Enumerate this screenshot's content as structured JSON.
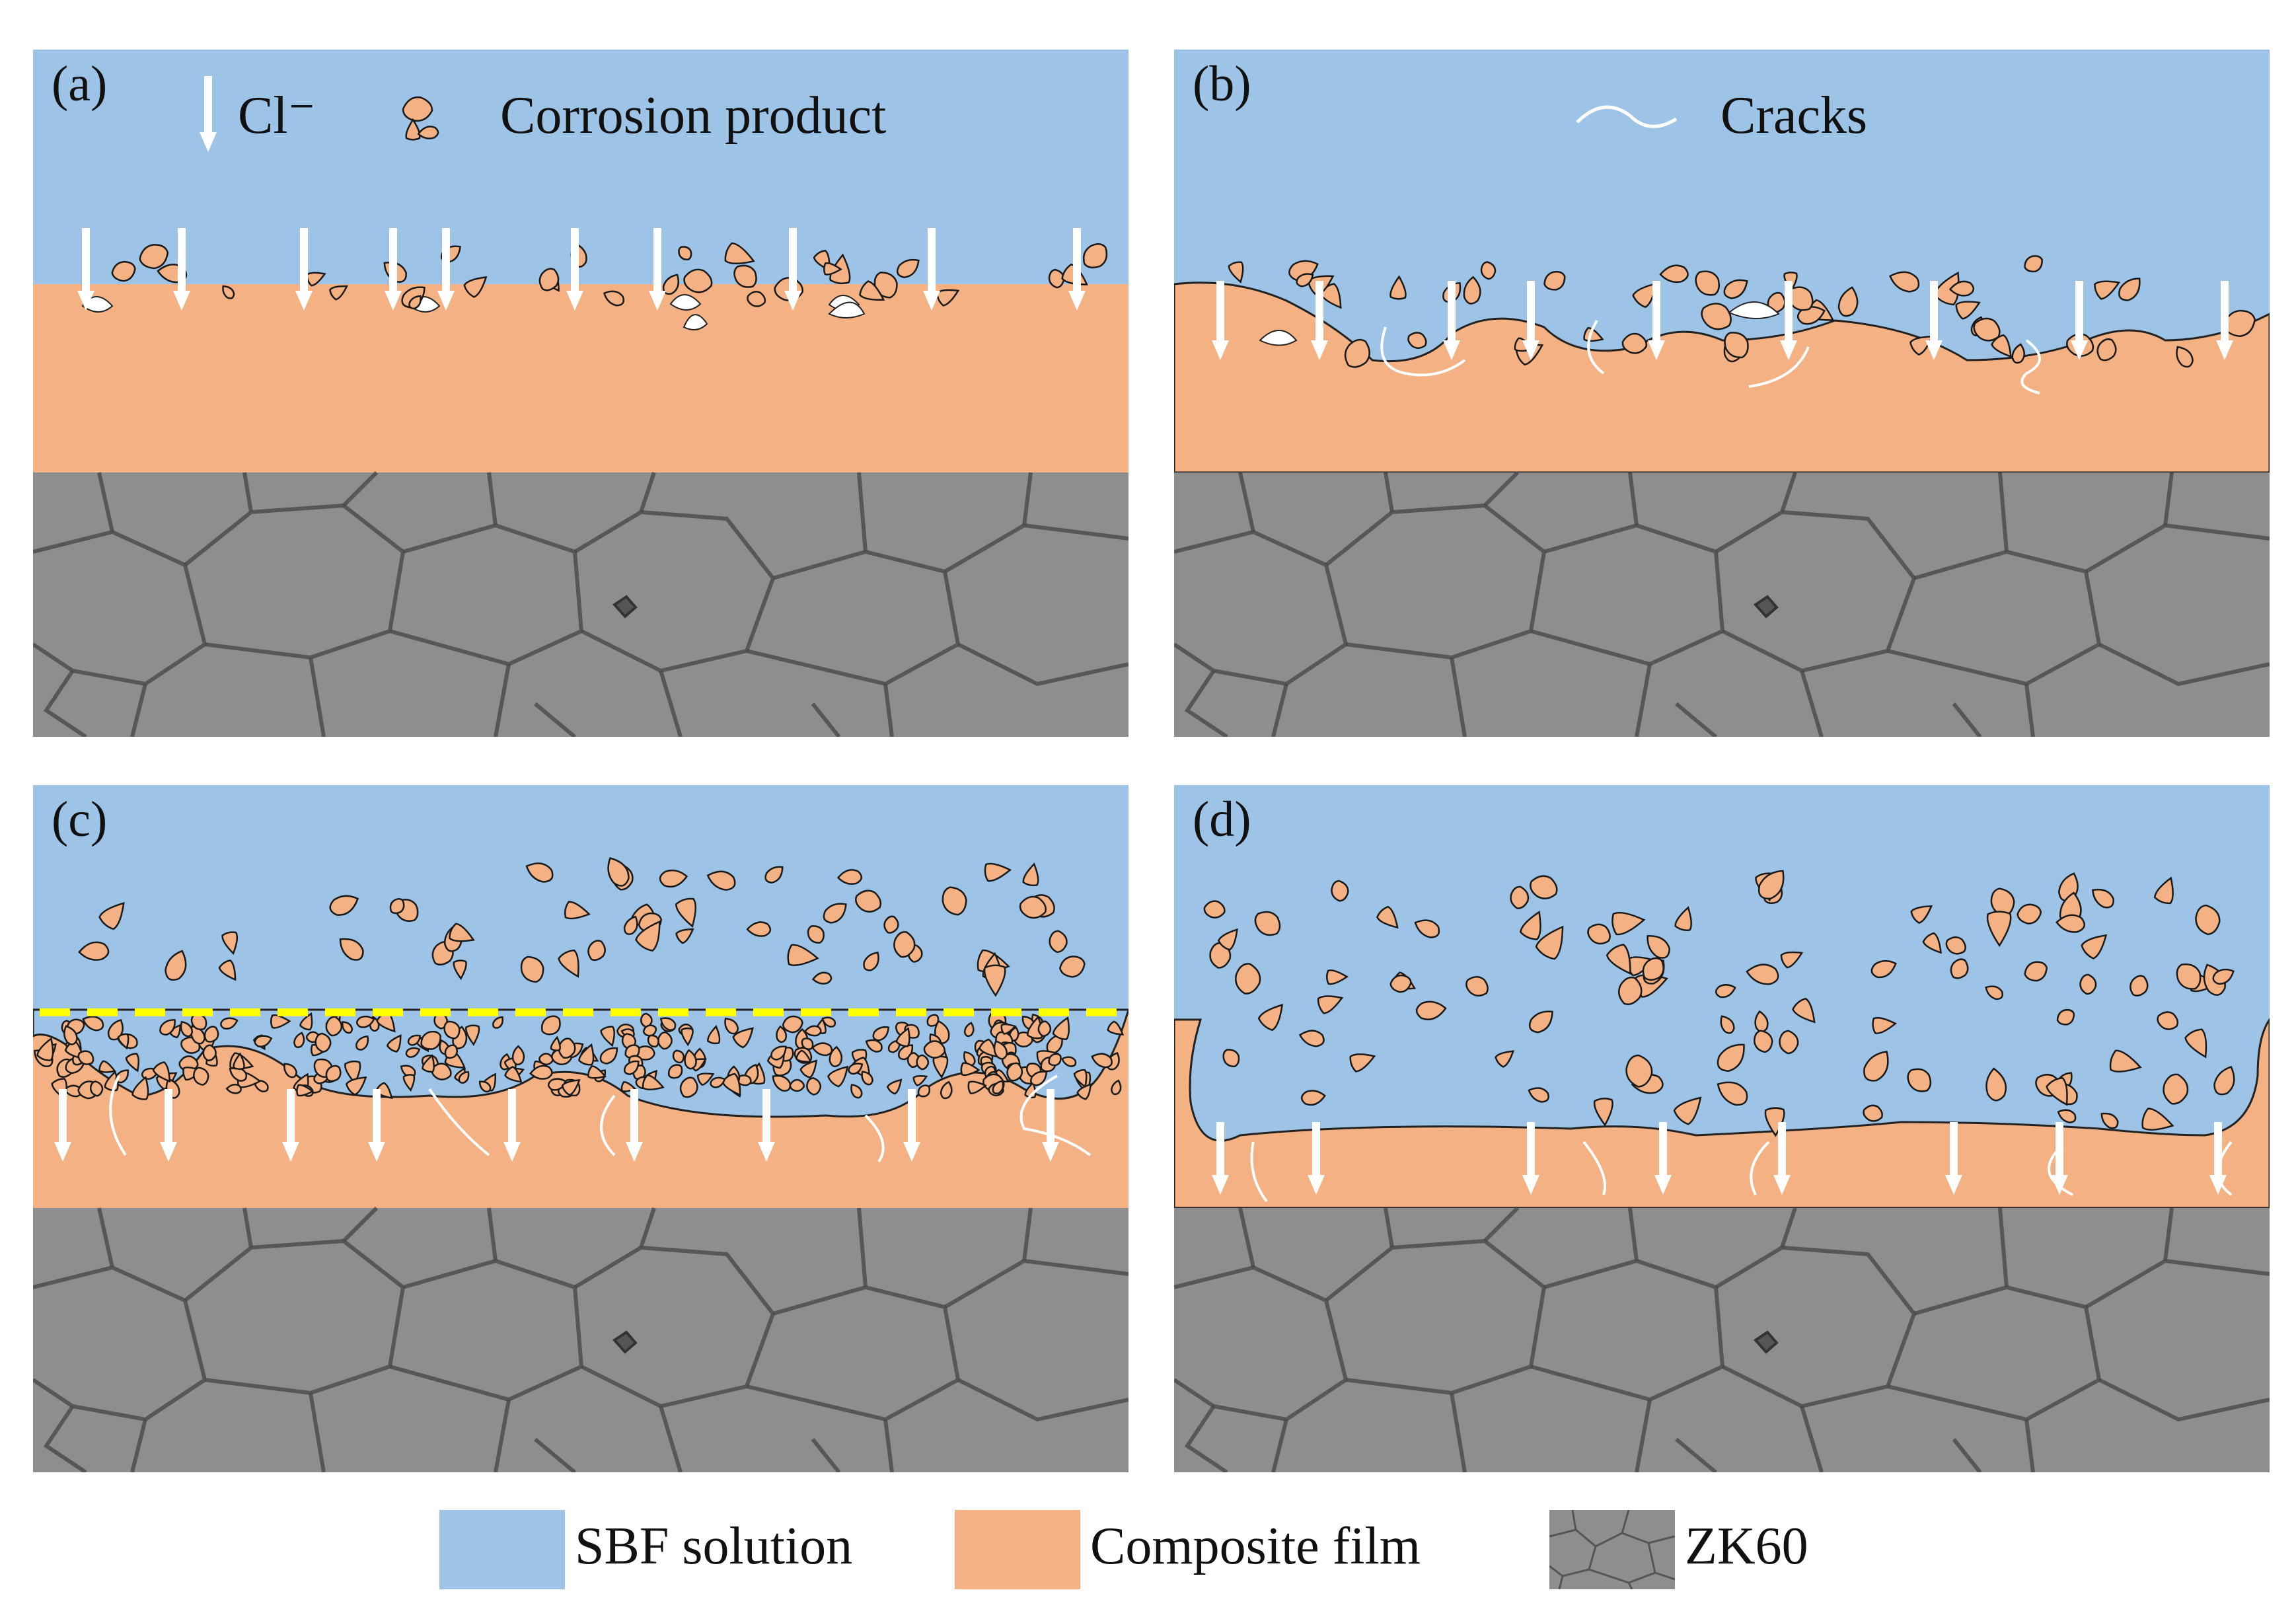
{
  "panels": [
    {
      "id": "a",
      "label": "(a)"
    },
    {
      "id": "b",
      "label": "(b)"
    },
    {
      "id": "c",
      "label": "(c)"
    },
    {
      "id": "d",
      "label": "(d)"
    }
  ],
  "inline_legends": {
    "cl": "Cl⁻",
    "corrosion_product": "Corrosion product",
    "cracks": "Cracks"
  },
  "legend": [
    {
      "label": "SBF solution",
      "icon": "sbf-swatch",
      "color": "#9dc3e6"
    },
    {
      "label": "Composite film",
      "icon": "film-swatch",
      "color": "#f4b183"
    },
    {
      "label": "ZK60",
      "icon": "zk60-texture-swatch",
      "color": "#8c8c8c"
    }
  ],
  "colors": {
    "sbf": "#9dc3e6",
    "film": "#f4b183",
    "substrate": "#8e8e8e",
    "grain_boundary": "#4a4a4a",
    "particle": "#f4b183",
    "particle_outline": "#1a1a1a",
    "arrow": "#ffffff",
    "dashed_line": "#ffff00"
  }
}
